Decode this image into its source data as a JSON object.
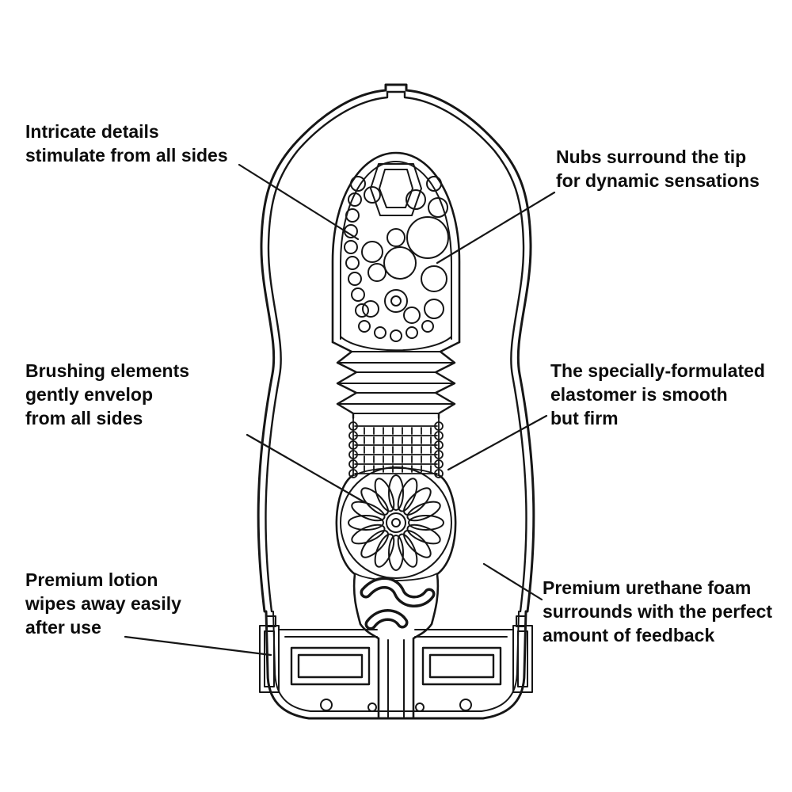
{
  "figure": {
    "background": "#ffffff",
    "ink": "#161616",
    "description_labels_count": "6"
  },
  "labels": {
    "intricate": {
      "l1": "Intricate details",
      "l2": "stimulate from all sides"
    },
    "nubs": {
      "l1": "Nubs surround the tip",
      "l2": "for dynamic sensations"
    },
    "brushing": {
      "l1": "Brushing elements",
      "l2": "gently envelop",
      "l3": "from all sides"
    },
    "elastomer": {
      "l1": "The specially-formulated",
      "l2": "elastomer is smooth",
      "l3": "but firm"
    },
    "lotion": {
      "l1": "Premium lotion",
      "l2": "wipes away easily",
      "l3": "after use"
    },
    "foam": {
      "l1": "Premium urethane foam",
      "l2": "surrounds with the perfect",
      "l3": "amount of feedback"
    }
  }
}
